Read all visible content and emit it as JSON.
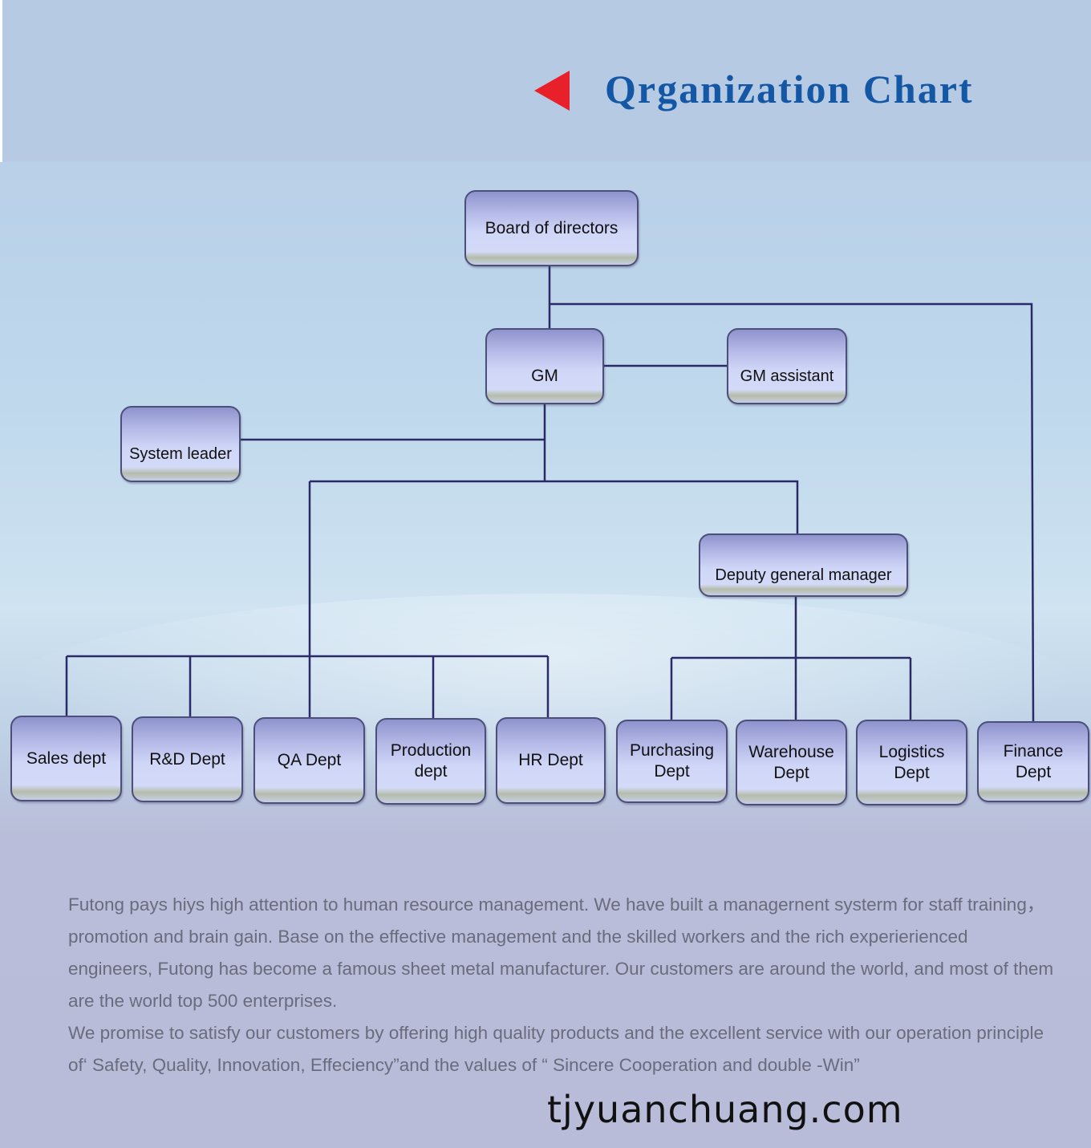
{
  "header": {
    "title": "Qrganization Chart",
    "arrow_icon": "red-left-triangle",
    "arrow_color": "#e8202a",
    "title_color": "#1457a5"
  },
  "org": {
    "board": "Board of directors",
    "gm": "GM",
    "gm_assistant": "GM assistant",
    "system_leader": "System leader",
    "deputy": "Deputy general manager",
    "departments": [
      {
        "label": "Sales dept",
        "reports_to": "GM"
      },
      {
        "label": "R&D Dept",
        "reports_to": "GM"
      },
      {
        "label": "QA Dept",
        "reports_to": "GM"
      },
      {
        "label": "Production dept",
        "reports_to": "GM"
      },
      {
        "label": "HR Dept",
        "reports_to": "GM"
      },
      {
        "label": "Purchasing Dept",
        "reports_to": "Deputy general manager"
      },
      {
        "label": "Warehouse Dept",
        "reports_to": "Deputy general manager"
      },
      {
        "label": "Logistics Dept",
        "reports_to": "Deputy general manager"
      },
      {
        "label": "Finance Dept",
        "reports_to": "Board of directors"
      }
    ]
  },
  "description": {
    "p1": "Futong pays hiys high attention to human resource management. We have built a managernent systerm for staff training， promotion and brain gain. Base on the effective management and the skilled workers and the rich experierienced engineers, Futong has become a famous sheet metal manufacturer. Our customers are around the world, and most of them are the world top 500 enterprises.",
    "p2": "We promise to satisfy our customers by offering high quality products and the excellent service with our operation principle of‘ Safety, Quality, Innovation, Effeciency”and the values of “ Sincere Cooperation and double -Win”"
  },
  "footer": {
    "website": "tjyuanchuang.com"
  }
}
